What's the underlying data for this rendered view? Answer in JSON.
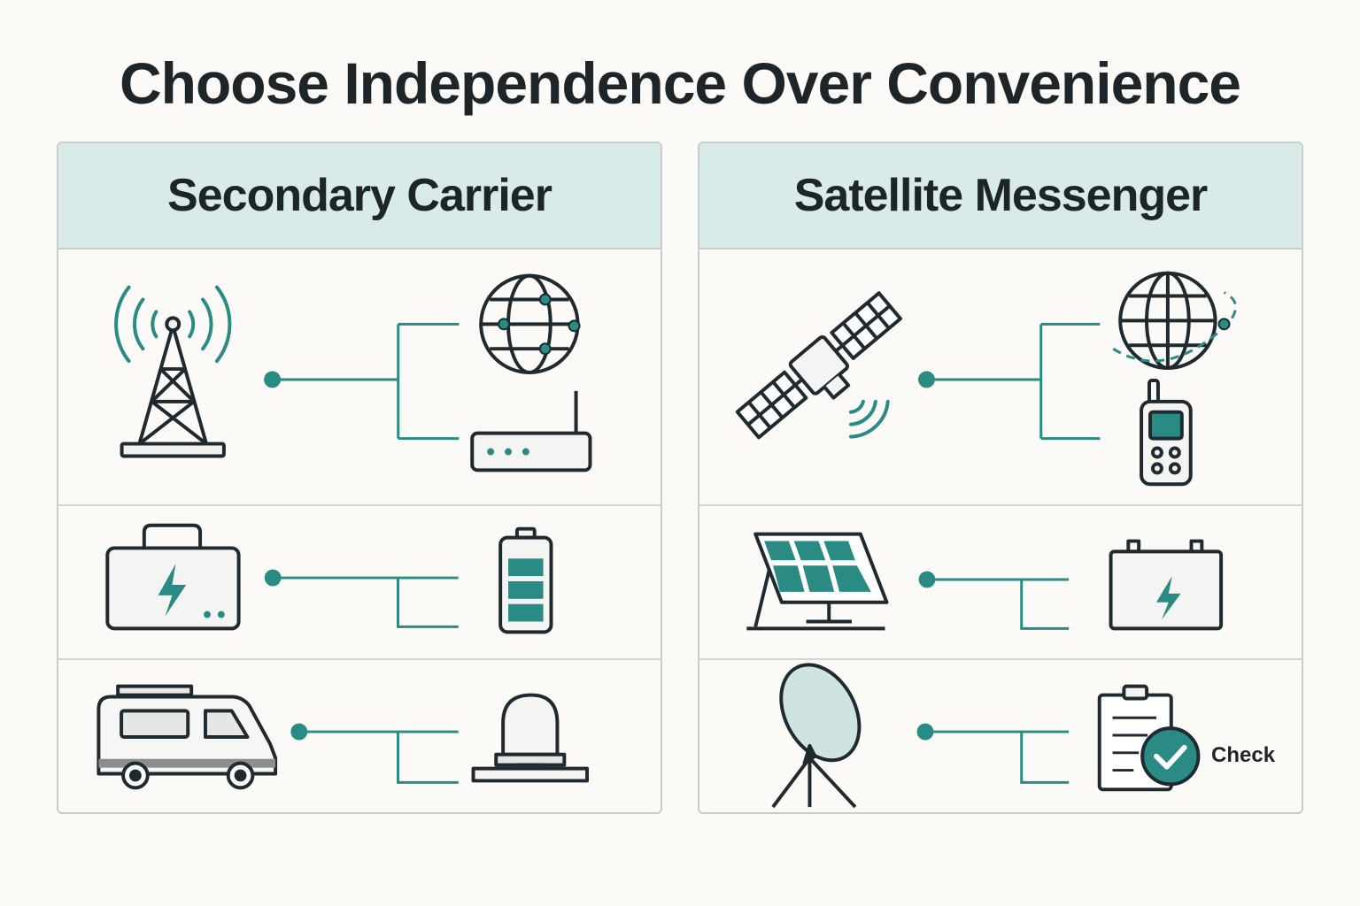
{
  "title": "Choose Independence Over Convenience",
  "colors": {
    "teal": "#2a8a84",
    "outline": "#1f2a30",
    "header_bg": "#d8ebe8",
    "background": "#fbfaf6"
  },
  "panels": [
    {
      "heading": "Secondary Carrier",
      "rows": [
        {
          "source_icon": "cell-tower-icon",
          "targets": [
            "globe-network-icon",
            "router-icon"
          ]
        },
        {
          "source_icon": "power-station-icon",
          "targets": [
            "battery-icon"
          ]
        },
        {
          "source_icon": "van-icon",
          "targets": [
            "roof-antenna-icon"
          ]
        }
      ]
    },
    {
      "heading": "Satellite Messenger",
      "rows": [
        {
          "source_icon": "satellite-icon",
          "targets": [
            "globe-orbit-icon",
            "satellite-handset-icon"
          ]
        },
        {
          "source_icon": "solar-panel-icon",
          "targets": [
            "car-battery-icon"
          ]
        },
        {
          "source_icon": "satellite-dish-icon",
          "targets": [
            "checklist-icon"
          ]
        }
      ],
      "check_label": "Check"
    }
  ]
}
